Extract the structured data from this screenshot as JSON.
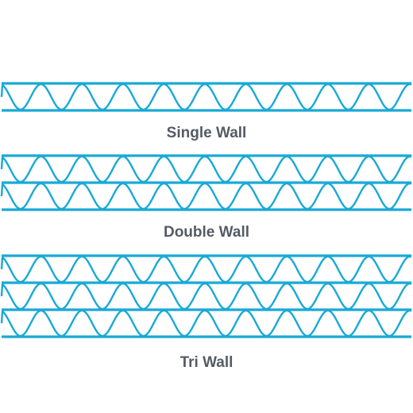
{
  "colors": {
    "line": "#19a9d6",
    "label": "#555b63",
    "background": "#ffffff"
  },
  "walls": [
    {
      "label": "Single Wall",
      "flute_layers": 1
    },
    {
      "label": "Double Wall",
      "flute_layers": 2
    },
    {
      "label": "Tri Wall",
      "flute_layers": 3
    }
  ]
}
